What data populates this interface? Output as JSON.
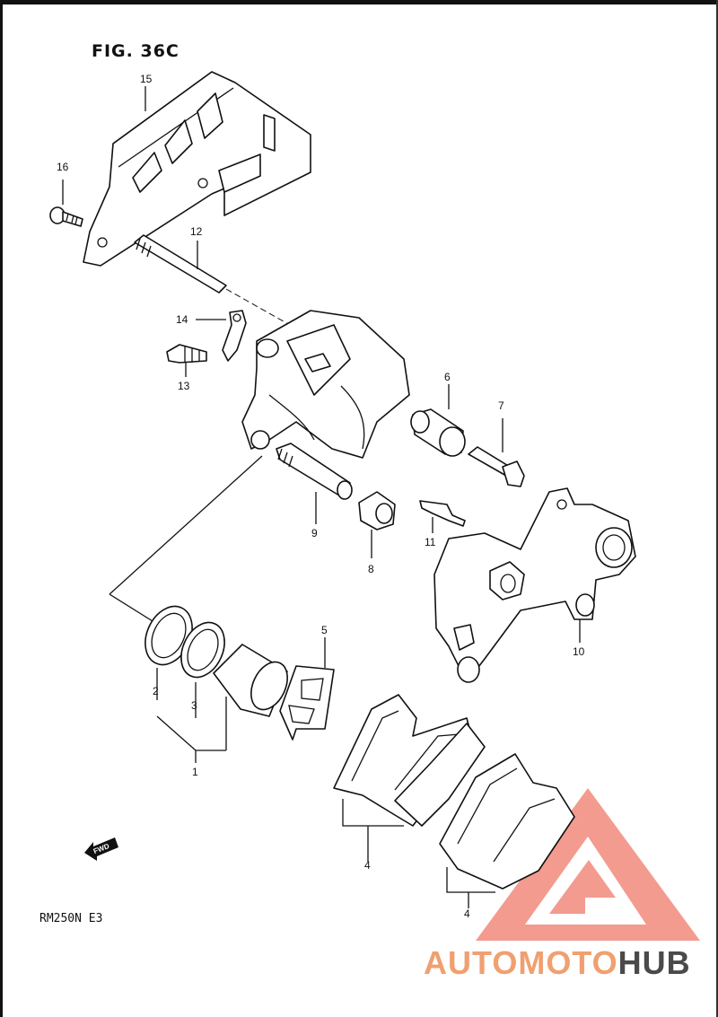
{
  "figure": {
    "title": "FIG. 36C",
    "model_code": "RM250N E3",
    "fwd_marker": "FWD"
  },
  "callouts": [
    {
      "id": "c1",
      "label": "1"
    },
    {
      "id": "c2",
      "label": "2"
    },
    {
      "id": "c3",
      "label": "3"
    },
    {
      "id": "c4a",
      "label": "4"
    },
    {
      "id": "c4b",
      "label": "4"
    },
    {
      "id": "c5",
      "label": "5"
    },
    {
      "id": "c6",
      "label": "6"
    },
    {
      "id": "c7",
      "label": "7"
    },
    {
      "id": "c8",
      "label": "8"
    },
    {
      "id": "c9",
      "label": "9"
    },
    {
      "id": "c10",
      "label": "10"
    },
    {
      "id": "c11",
      "label": "11"
    },
    {
      "id": "c12",
      "label": "12"
    },
    {
      "id": "c13",
      "label": "13"
    },
    {
      "id": "c14",
      "label": "14"
    },
    {
      "id": "c15",
      "label": "15"
    },
    {
      "id": "c16",
      "label": "16"
    }
  ],
  "watermark": {
    "part1": "AUTOMOTO",
    "part2": "HUB",
    "color_primary": "#f07a6a",
    "color_secondary": "#4a4a4a"
  }
}
